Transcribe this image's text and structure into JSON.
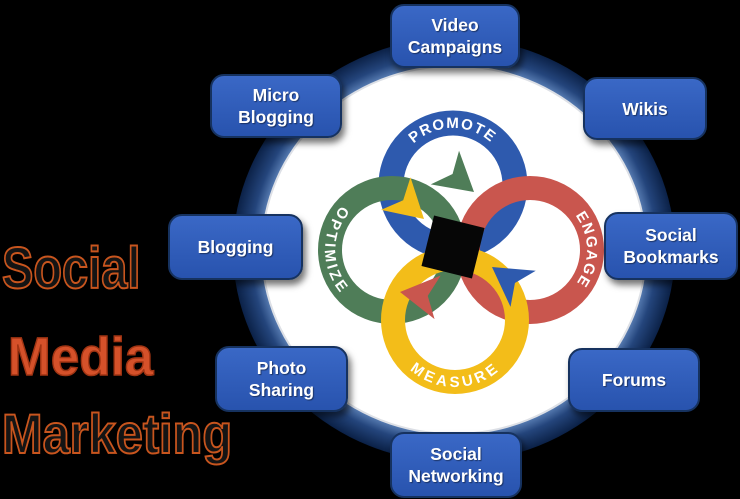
{
  "background_color": "#000000",
  "title": {
    "line1": "Social",
    "line2": "Media",
    "line3": "Marketing",
    "colors": {
      "dark_fill": "#141414",
      "outline_orange": "#c8551e",
      "media_fill": "#d5512a"
    }
  },
  "cycle": {
    "center_shape": "black-square",
    "inner_color": "#ffffff",
    "outer_ring_color": "#0e2750",
    "label_text_color": "#ffffff",
    "steps": [
      {
        "label": "PROMOTE",
        "color": "#2e5aae",
        "position": "top"
      },
      {
        "label": "ENGAGE",
        "color": "#c9564e",
        "position": "right"
      },
      {
        "label": "MEASURE",
        "color": "#f3bd19",
        "position": "bottom"
      },
      {
        "label": "OPTIMIZE",
        "color": "#4f7d58",
        "position": "left"
      }
    ]
  },
  "node_style": {
    "fill": "#2b58b5",
    "border": "#16325f",
    "text_color": "#ffffff"
  },
  "nodes": [
    {
      "label": "Video Campaigns"
    },
    {
      "label": "Wikis"
    },
    {
      "label": "Social Bookmarks"
    },
    {
      "label": "Forums"
    },
    {
      "label": "Social Networking"
    },
    {
      "label": "Photo Sharing"
    },
    {
      "label": "Blogging"
    },
    {
      "label": "Micro Blogging"
    }
  ]
}
